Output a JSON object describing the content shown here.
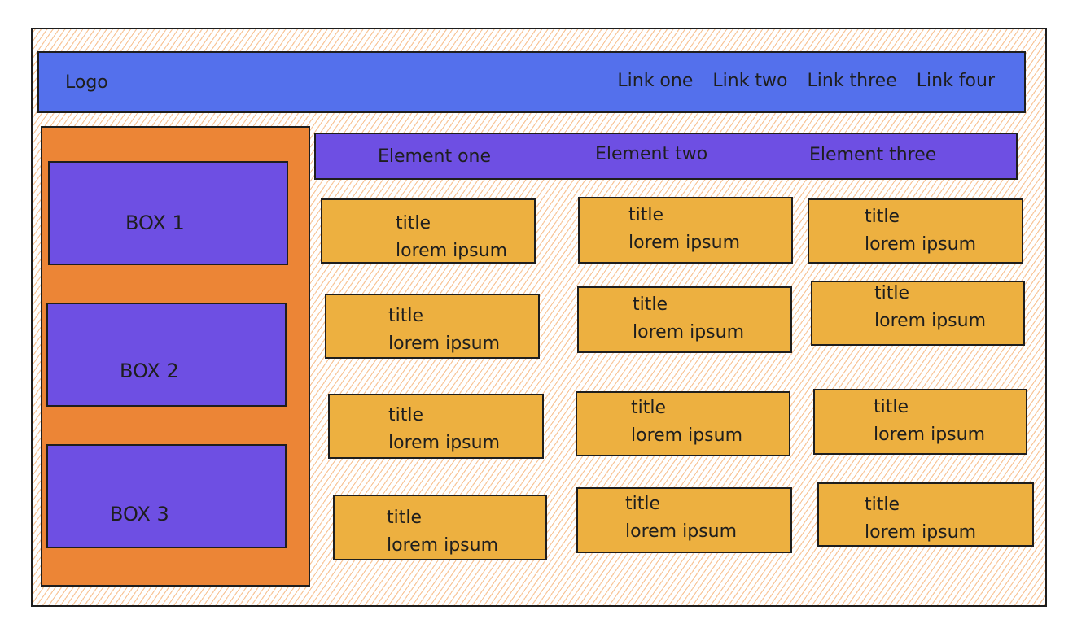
{
  "header": {
    "logo": "Logo",
    "links": [
      "Link one",
      "Link two",
      "Link three",
      "Link four"
    ]
  },
  "sidebar": {
    "boxes": [
      "BOX 1",
      "BOX 2",
      "BOX 3"
    ]
  },
  "tabs": [
    "Element one",
    "Element two",
    "Element three"
  ],
  "cards": [
    {
      "title": "title",
      "text": "lorem ipsum"
    },
    {
      "title": "title",
      "text": "lorem ipsum"
    },
    {
      "title": "title",
      "text": "lorem ipsum"
    },
    {
      "title": "title",
      "text": "lorem ipsum"
    },
    {
      "title": "title",
      "text": "lorem ipsum"
    },
    {
      "title": "title",
      "text": "lorem ipsum"
    },
    {
      "title": "title",
      "text": "lorem ipsum"
    },
    {
      "title": "title",
      "text": "lorem ipsum"
    },
    {
      "title": "title",
      "text": "lorem ipsum"
    },
    {
      "title": "title",
      "text": "lorem ipsum"
    },
    {
      "title": "title",
      "text": "lorem ipsum"
    },
    {
      "title": "title",
      "text": "lorem ipsum"
    }
  ],
  "colors": {
    "header": "#5470ec",
    "sidebar": "#ec8536",
    "box": "#6e4fe3",
    "card": "#edb040",
    "hatch": "#f39848",
    "stroke": "#1e1e1e"
  }
}
